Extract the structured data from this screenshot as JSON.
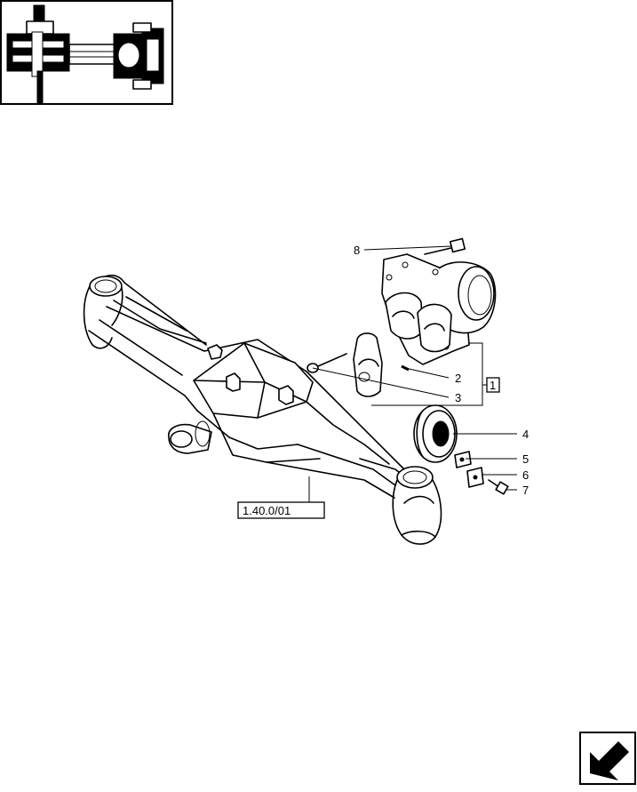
{
  "callouts": [
    {
      "id": "callout-8",
      "text": "8"
    },
    {
      "id": "callout-2",
      "text": "2"
    },
    {
      "id": "callout-3",
      "text": "3"
    },
    {
      "id": "callout-4",
      "text": "4"
    },
    {
      "id": "callout-5",
      "text": "5"
    },
    {
      "id": "callout-6",
      "text": "6"
    },
    {
      "id": "callout-7",
      "text": "7"
    }
  ],
  "boxed_labels": {
    "group": "1",
    "reference": "1.40.0/01"
  },
  "icons": {
    "thumbnail": "axle-thumbnail-icon",
    "next": "next-page-arrow-icon"
  }
}
